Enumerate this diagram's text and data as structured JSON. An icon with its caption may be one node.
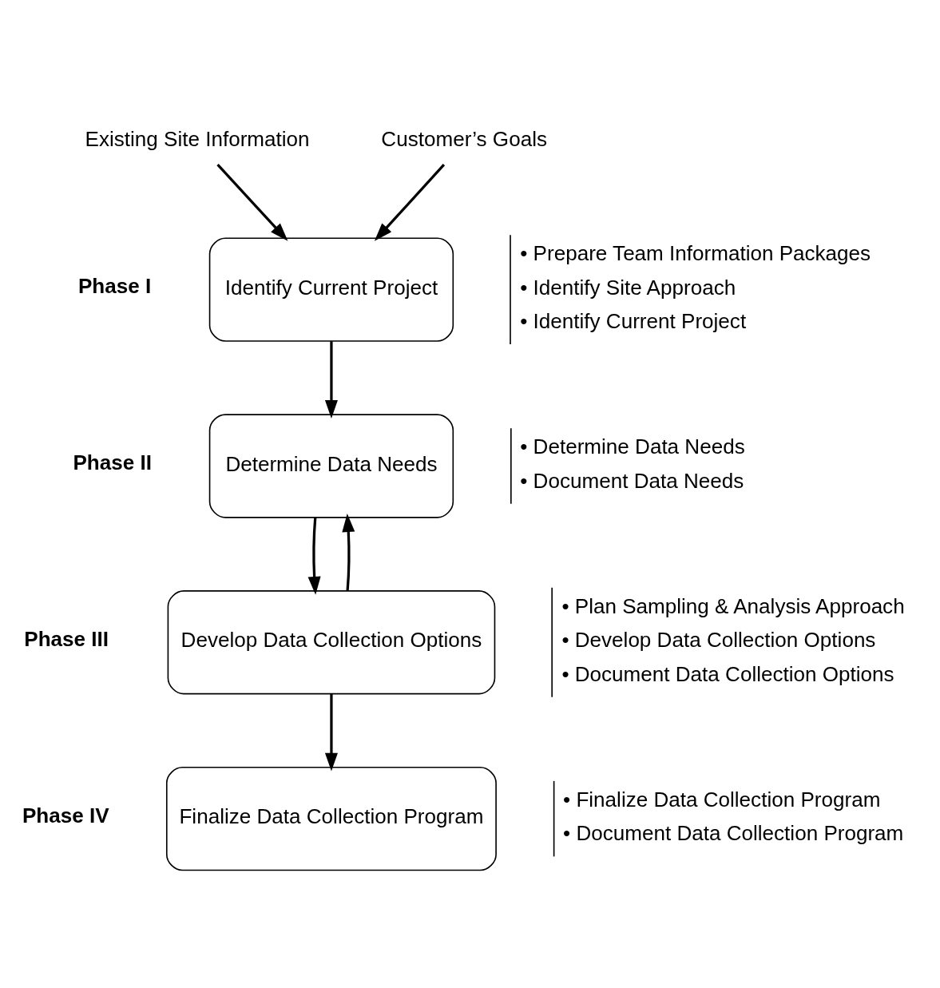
{
  "diagram": {
    "nodes": [
      {
        "text": [
          "Existing Site Information"
        ]
      },
      {
        "text": [
          "Customer’s Goals"
        ]
      },
      {
        "text": [
          "Identify Current Project"
        ],
        "beside": [
          "Phase I",
          "• Prepare Team Information Packages",
          "• Identify Site Approach",
          "• Identify Current Project"
        ]
      },
      {
        "text": [
          "Determine Data Needs"
        ],
        "beside": [
          "Phase II",
          "• Determine Data Needs",
          "• Document Data Needs"
        ]
      },
      {
        "text": [
          "Develop Data Collection Options"
        ],
        "beside": [
          "Phase III",
          "• Plan Sampling & Analysis Approach",
          "• Develop Data Collection Options",
          "• Document Data Collection Options"
        ]
      },
      {
        "text": [
          "Finalize Data Collection Program"
        ],
        "beside": [
          "Phase IV",
          "• Finalize Data Collection Program",
          "• Document Data Collection Program"
        ]
      }
    ],
    "edges": [
      {
        "from": 0,
        "to": 2,
        "arrow": "to"
      },
      {
        "from": 1,
        "to": 2,
        "arrow": "to"
      },
      {
        "from": 2,
        "to": 3,
        "arrow": "to"
      },
      {
        "from": 3,
        "to": 4,
        "arrow": "to"
      },
      {
        "from": 4,
        "to": 3,
        "arrow": "to"
      },
      {
        "from": 4,
        "to": 5,
        "arrow": "to"
      }
    ]
  }
}
